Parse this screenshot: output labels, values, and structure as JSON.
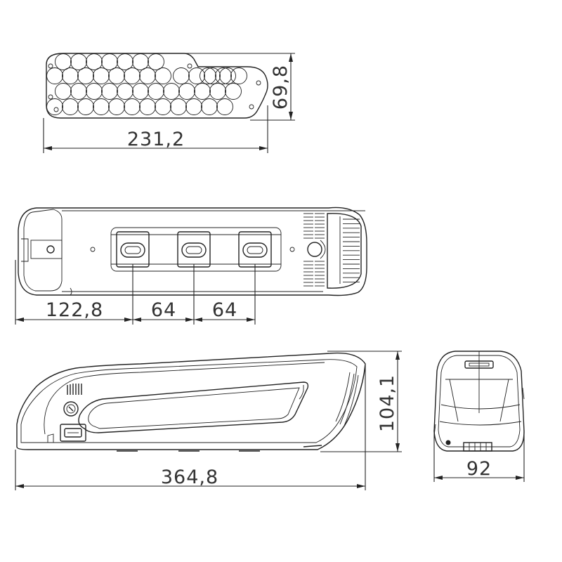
{
  "dimensions": {
    "cell_pack_width": "231,2",
    "cell_pack_height": "69,8",
    "mount_offset": "122,8",
    "mount_spacing_1": "64",
    "mount_spacing_2": "64",
    "battery_length": "364,8",
    "battery_height": "104,1",
    "battery_width": "92"
  }
}
